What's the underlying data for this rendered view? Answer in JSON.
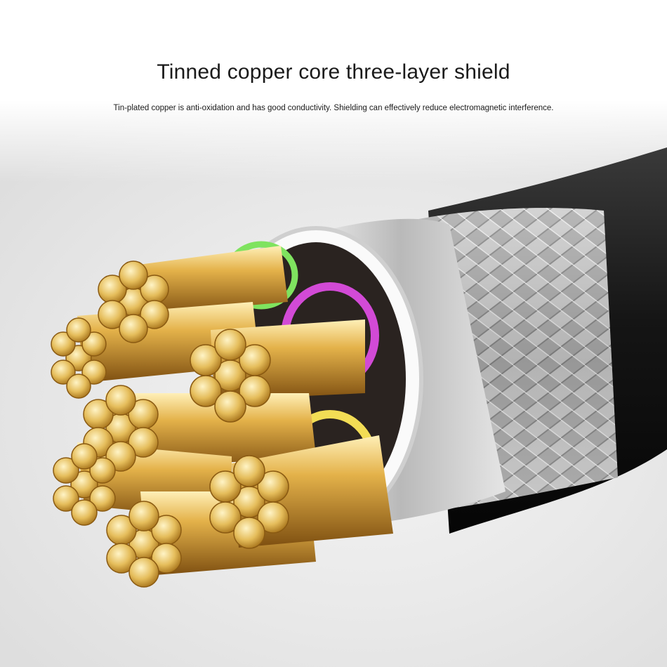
{
  "headline": "Tinned copper core three-layer shield",
  "subline": "Tin-plated copper is anti-oxidation and has good conductivity. Shielding can effectively reduce electromagnetic interference.",
  "illustration": {
    "subject": "cable-cross-section",
    "colors": {
      "jacket": "#1c1c1c",
      "braid": "#a9a9a9",
      "foil": "#d9d9d9",
      "copper": "#e2b24a",
      "copper_dark": "#a9711c",
      "insulation_green": "#7fe35f",
      "insulation_magenta": "#d24ad6",
      "insulation_yellow": "#f2dd55"
    }
  }
}
